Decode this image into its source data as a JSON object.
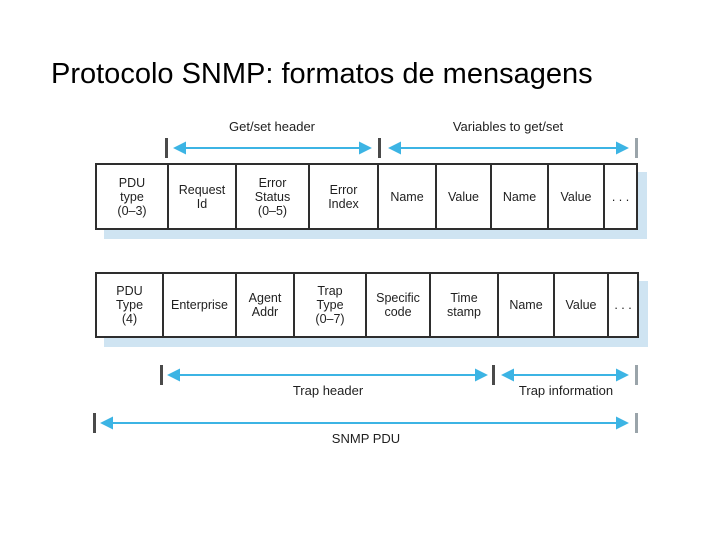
{
  "slide": {
    "title": "Protocolo SNMP: formatos de mensagens"
  },
  "colors": {
    "title_text": "#000000",
    "arrow_cyan": "#3cb4e4",
    "box_border": "#2e2e2e",
    "box_shadow_blue": "#cfe4f2",
    "tick_dark": "#4a4a4a",
    "tick_gray": "#9aa4aa"
  },
  "diagram": {
    "getset": {
      "header_span_label": "Get/set header",
      "variables_span_label": "Variables to get/set",
      "cells": [
        {
          "label": "PDU\ntype\n(0–3)"
        },
        {
          "label": "Request\nId"
        },
        {
          "label": "Error\nStatus\n(0–5)"
        },
        {
          "label": "Error\nIndex"
        },
        {
          "label": "Name"
        },
        {
          "label": "Value"
        },
        {
          "label": "Name"
        },
        {
          "label": "Value"
        },
        {
          "label": ". . ."
        }
      ]
    },
    "trap": {
      "header_span_label": "Trap header",
      "information_span_label": "Trap information",
      "cells": [
        {
          "label": "PDU\nType\n(4)"
        },
        {
          "label": "Enterprise"
        },
        {
          "label": "Agent\nAddr"
        },
        {
          "label": "Trap\nType\n(0–7)"
        },
        {
          "label": "Specific\ncode"
        },
        {
          "label": "Time\nstamp"
        },
        {
          "label": "Name"
        },
        {
          "label": "Value"
        },
        {
          "label": ". . ."
        }
      ]
    },
    "pdu_span_label": "SNMP PDU"
  }
}
